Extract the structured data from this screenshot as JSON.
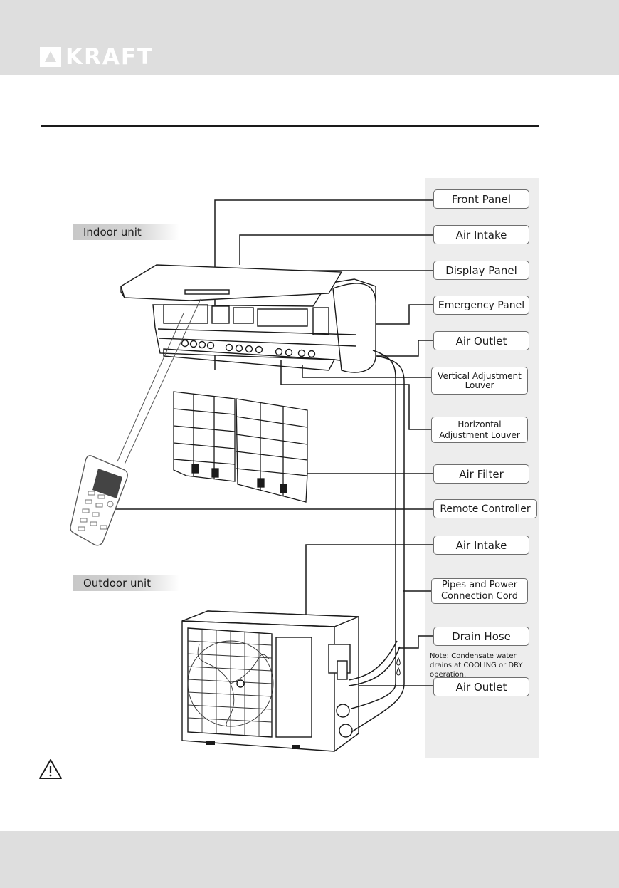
{
  "brand": {
    "logo_text": "KRAFT",
    "logo_icon": "triangle-mark-icon"
  },
  "sections": {
    "indoor": "Indoor unit",
    "outdoor": "Outdoor unit"
  },
  "callouts": {
    "front_panel": "Front Panel",
    "air_intake_indoor": "Air Intake",
    "display_panel": "Display Panel",
    "emergency_panel": "Emergency Panel",
    "air_outlet_indoor": "Air Outlet",
    "vertical_louver": "Vertical Adjustment\nLouver",
    "horizontal_louver": "Horizontal\nAdjustment Louver",
    "air_filter": "Air Filter",
    "remote_controller": "Remote Controller",
    "air_intake_outdoor": "Air Intake",
    "pipes_power": "Pipes and Power\nConnection Cord",
    "drain_hose": "Drain Hose",
    "air_outlet_outdoor": "Air Outlet"
  },
  "note": "Note: Condensate water drains at COOLING or DRY operation.",
  "icons": {
    "warning": "warning-triangle-icon"
  },
  "colors": {
    "band": "#dedede",
    "label_column": "#ededed",
    "line": "#1a1a1a"
  }
}
